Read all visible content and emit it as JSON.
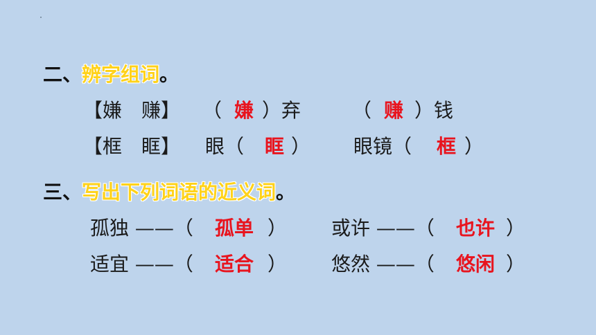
{
  "colors": {
    "background": "#bed4ec",
    "highlight": "#ffd21a",
    "answer": "#e8141e",
    "text": "#1a1a1a"
  },
  "section2": {
    "number": "二、",
    "title": "辨字组词",
    "end": "。",
    "rows": [
      {
        "bracket": "【嫌　赚】",
        "a_open": "（",
        "a_answer": "嫌",
        "a_close": "）弃",
        "b_open": "（",
        "b_answer": "赚",
        "b_close": "）钱"
      },
      {
        "bracket": "【框　眶】",
        "a_open": "眼（",
        "a_answer": "眶",
        "a_close": "）",
        "b_open": "眼镜（",
        "b_answer": "框",
        "b_close": "）"
      }
    ]
  },
  "section3": {
    "number": "三、",
    "title": "写出下列词语的近义词",
    "end": "。",
    "rows": [
      {
        "a_word": "孤独 ——（",
        "a_answer": "孤单",
        "a_close": "）",
        "b_word": "或许 ——（",
        "b_answer": "也许",
        "b_close": "）"
      },
      {
        "a_word": "适宜 ——（",
        "a_answer": "适合",
        "a_close": "）",
        "b_word": "悠然 ——（",
        "b_answer": "悠闲",
        "b_close": "）"
      }
    ]
  }
}
